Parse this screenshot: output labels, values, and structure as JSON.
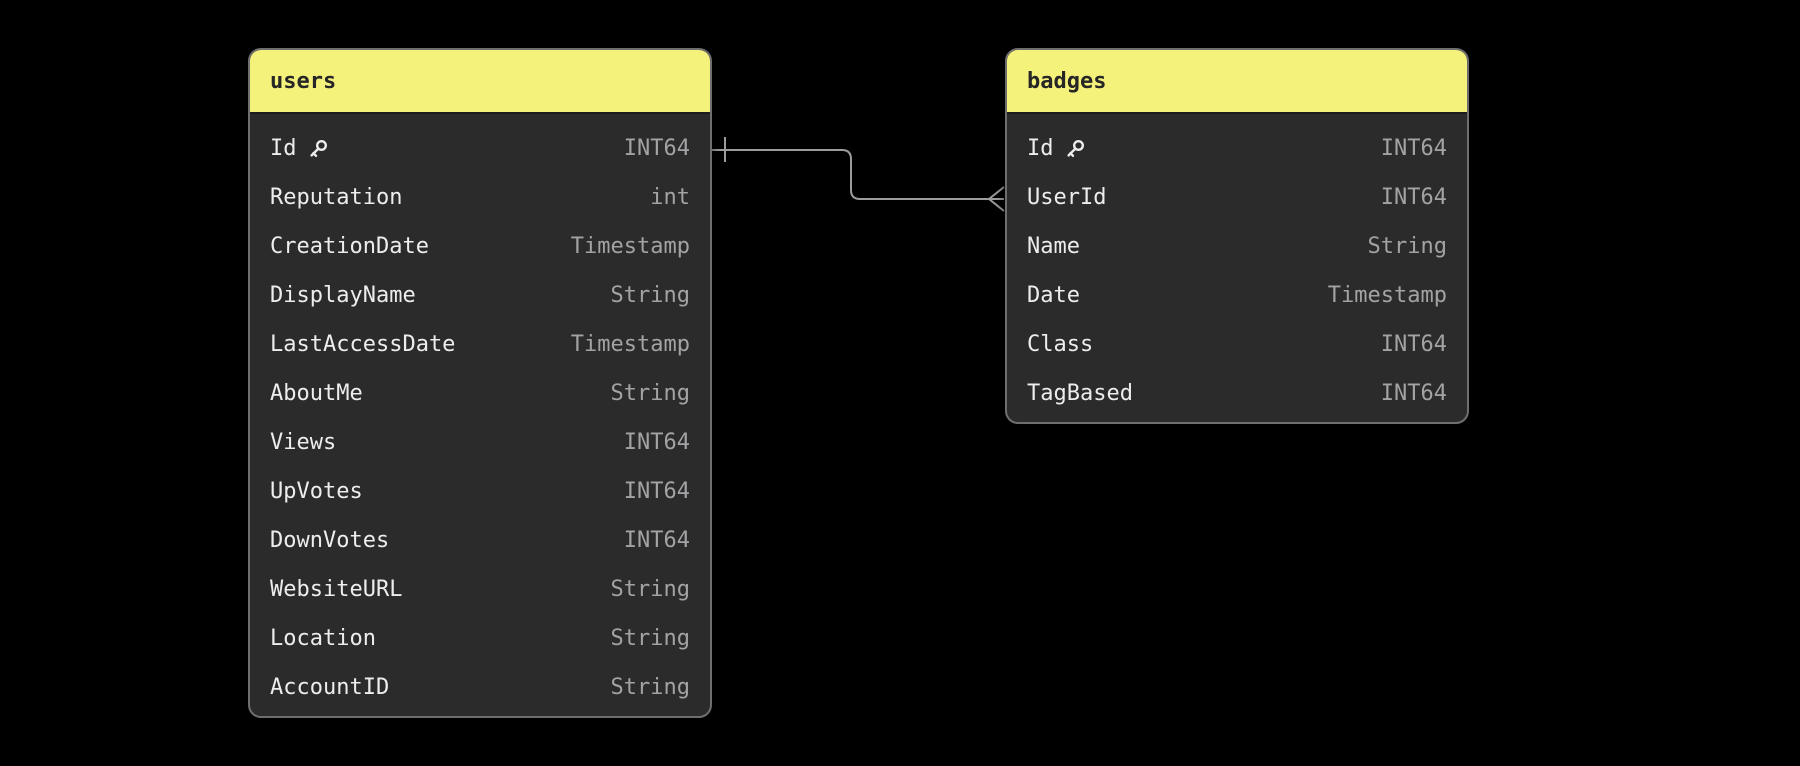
{
  "diagram": {
    "colors": {
      "background": "#000000",
      "table_header": "#f5f27c",
      "table_body": "#2b2b2b",
      "table_border": "#6e6e6e",
      "field_name_text": "#ededed",
      "field_type_text": "#a3a3a6",
      "edge_line": "#9c9c9c"
    },
    "tables": [
      {
        "title": "users",
        "fields": [
          {
            "name": "Id",
            "key": true,
            "type": "INT64"
          },
          {
            "name": "Reputation",
            "key": false,
            "type": "int"
          },
          {
            "name": "CreationDate",
            "key": false,
            "type": "Timestamp"
          },
          {
            "name": "DisplayName",
            "key": false,
            "type": "String"
          },
          {
            "name": "LastAccessDate",
            "key": false,
            "type": "Timestamp"
          },
          {
            "name": "AboutMe",
            "key": false,
            "type": "String"
          },
          {
            "name": "Views",
            "key": false,
            "type": "INT64"
          },
          {
            "name": "UpVotes",
            "key": false,
            "type": "INT64"
          },
          {
            "name": "DownVotes",
            "key": false,
            "type": "INT64"
          },
          {
            "name": "WebsiteURL",
            "key": false,
            "type": "String"
          },
          {
            "name": "Location",
            "key": false,
            "type": "String"
          },
          {
            "name": "AccountID",
            "key": false,
            "type": "String"
          }
        ]
      },
      {
        "title": "badges",
        "fields": [
          {
            "name": "Id",
            "key": true,
            "type": "INT64"
          },
          {
            "name": "UserId",
            "key": false,
            "type": "INT64"
          },
          {
            "name": "Name",
            "key": false,
            "type": "String"
          },
          {
            "name": "Date",
            "key": false,
            "type": "Timestamp"
          },
          {
            "name": "Class",
            "key": false,
            "type": "INT64"
          },
          {
            "name": "TagBased",
            "key": false,
            "type": "INT64"
          }
        ]
      }
    ],
    "relationship": {
      "from_table": "users",
      "from_field": "Id",
      "from_cardinality": "one",
      "to_table": "badges",
      "to_field": "UserId",
      "to_cardinality": "many"
    }
  }
}
